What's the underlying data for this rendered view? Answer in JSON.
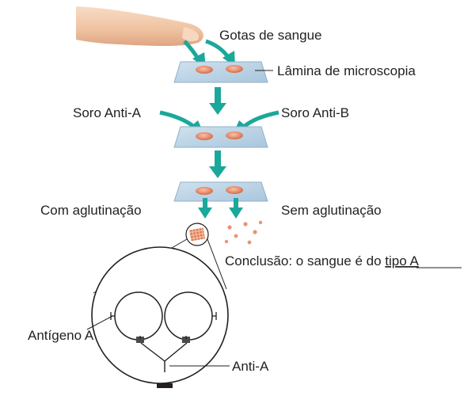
{
  "labels": {
    "drops": "Gotas de sangue",
    "slide": "Lâmina de microscopia",
    "serum_a": "Soro Anti-A",
    "serum_b": "Soro Anti-B",
    "with_agglutination": "Com aglutinação",
    "without_agglutination": "Sem aglutinação",
    "conclusion_prefix": "Conclusão: o sangue é do ",
    "conclusion_type": "tipo A",
    "antigen": "Antígeno A",
    "antibody": "Anti-A"
  },
  "colors": {
    "arrow": "#1aa89a",
    "slide_fill": "#b9d3e6",
    "slide_edge": "#8fb0c9",
    "drop": "#e88a6a",
    "drop_dark": "#c85a3e",
    "skin": "#f2c9a8",
    "leader_line": "#231f20"
  }
}
